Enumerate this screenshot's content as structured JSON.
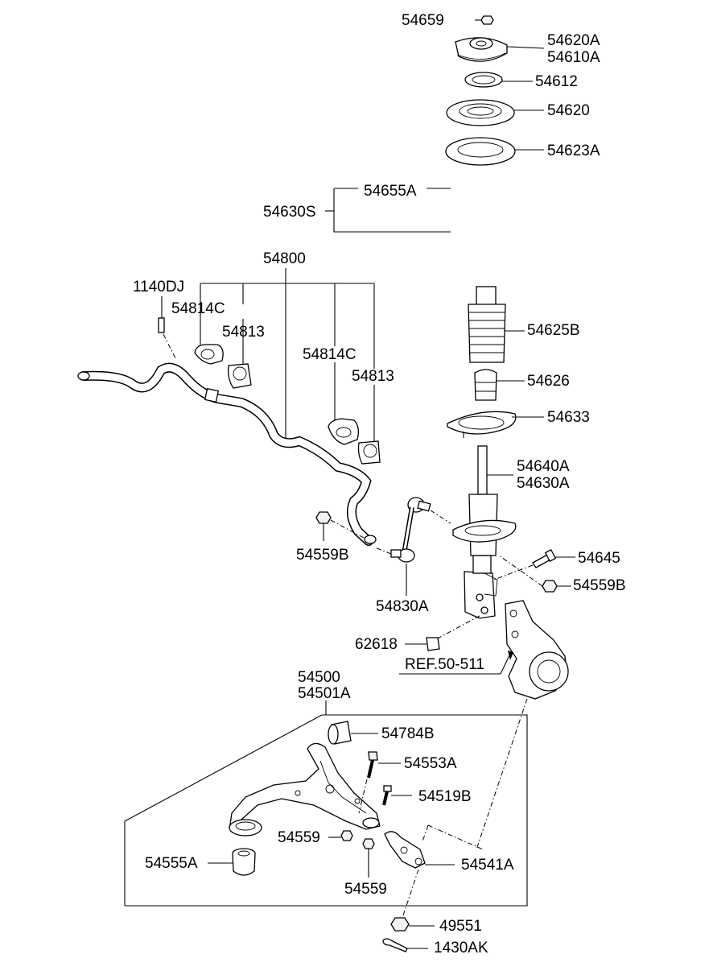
{
  "labels": {
    "p54659": "54659",
    "p54620A": "54620A",
    "p54610A": "54610A",
    "p54612": "54612",
    "p54620": "54620",
    "p54623A": "54623A",
    "p54655A": "54655A",
    "p54630S": "54630S",
    "p54800": "54800",
    "p1140DJ": "1140DJ",
    "p54814C_a": "54814C",
    "p54813_a": "54813",
    "p54814C_b": "54814C",
    "p54813_b": "54813",
    "p54625B": "54625B",
    "p54626": "54626",
    "p54633": "54633",
    "p54640A": "54640A",
    "p54630A": "54630A",
    "p54559B_a": "54559B",
    "p54645": "54645",
    "p54559B_b": "54559B",
    "p54830A": "54830A",
    "p62618": "62618",
    "pREF": "REF.50-511",
    "p54500": "54500",
    "p54501A": "54501A",
    "p54784B": "54784B",
    "p54553A": "54553A",
    "p54519B": "54519B",
    "p54559_a": "54559",
    "p54555A": "54555A",
    "p54541A": "54541A",
    "p54559_b": "54559",
    "p49551": "49551",
    "p1430AK": "1430AK"
  }
}
